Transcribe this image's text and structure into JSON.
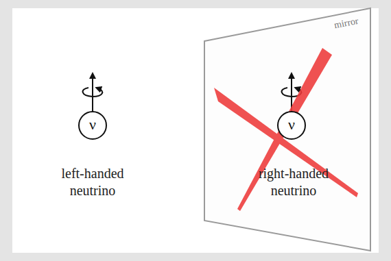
{
  "diagram": {
    "nodes": [
      {
        "text": [
          "ν"
        ]
      },
      {
        "text": [
          "ν"
        ]
      }
    ],
    "labels": [
      "left-handed neutrino",
      "right-handed neutrino",
      "mirror"
    ]
  }
}
